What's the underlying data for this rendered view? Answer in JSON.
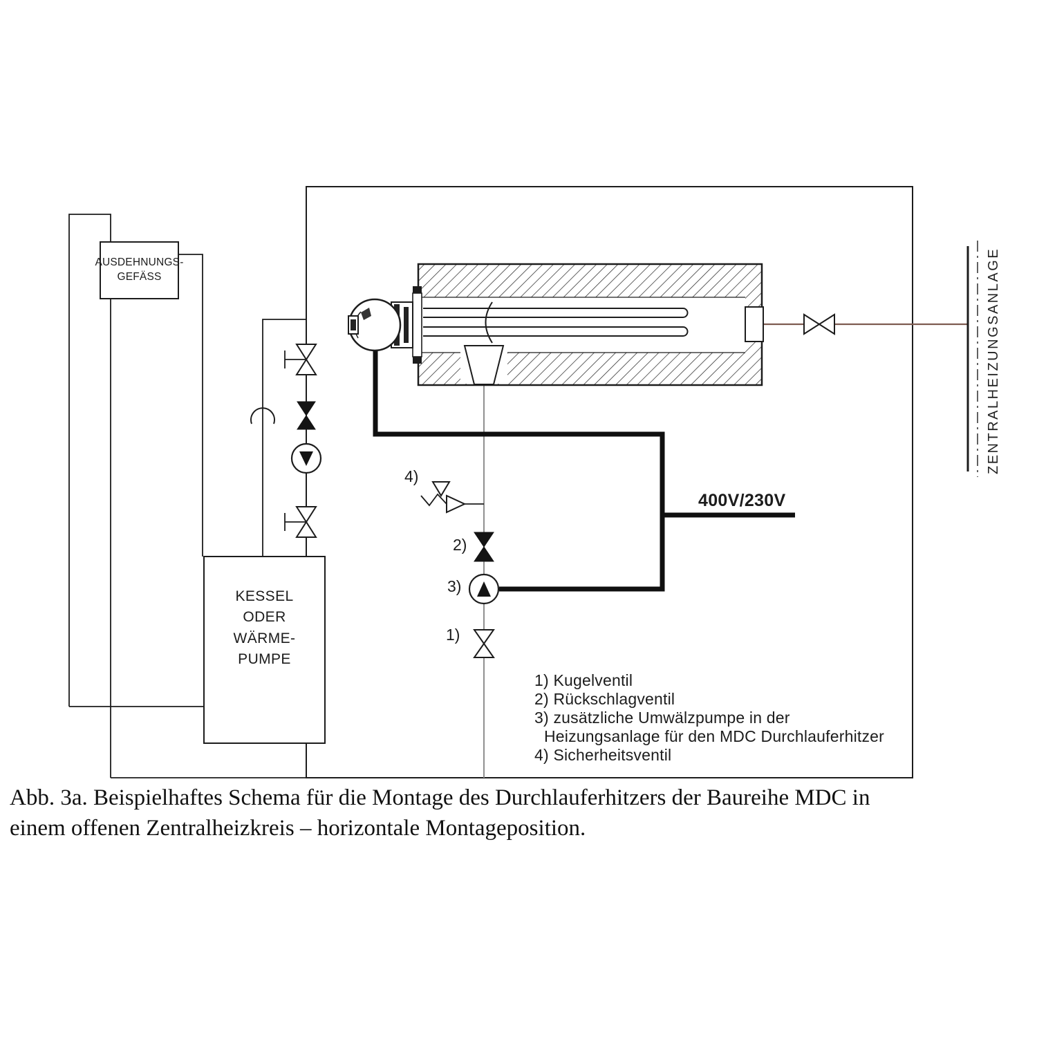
{
  "figure": {
    "caption": "Abb. 3a. Beispielhaftes Schema für die Montage des Durchlauferhitzers der Baureihe MDC in\neinem offenen Zentralheizkreis – horizontale Montageposition."
  },
  "labels": {
    "expansion_vessel": "AUSDEHNUNGS-\nGEFÄSS",
    "boiler": "KESSEL\nODER\nWÄRME-\nPUMPE",
    "central_heating_system": "ZENTRALHEIZUNGSANLAGE",
    "power_supply": "400V/230V",
    "callout_1": "1)",
    "callout_2": "2)",
    "callout_3": "3)",
    "callout_4": "4)"
  },
  "legend": {
    "items": [
      "1) Kugelventil",
      "2) Rückschlagventil",
      "3) zusätzliche Umwälzpumpe in der",
      "Heizungsanlage für den MDC Durchlauferhitzer",
      "4) Sicherheitsventil"
    ]
  },
  "colors": {
    "ink": "#1c1c1c",
    "pipe_gray": "#8f8f8f",
    "pipe_red": "#7d5b50",
    "background": "#ffffff"
  }
}
